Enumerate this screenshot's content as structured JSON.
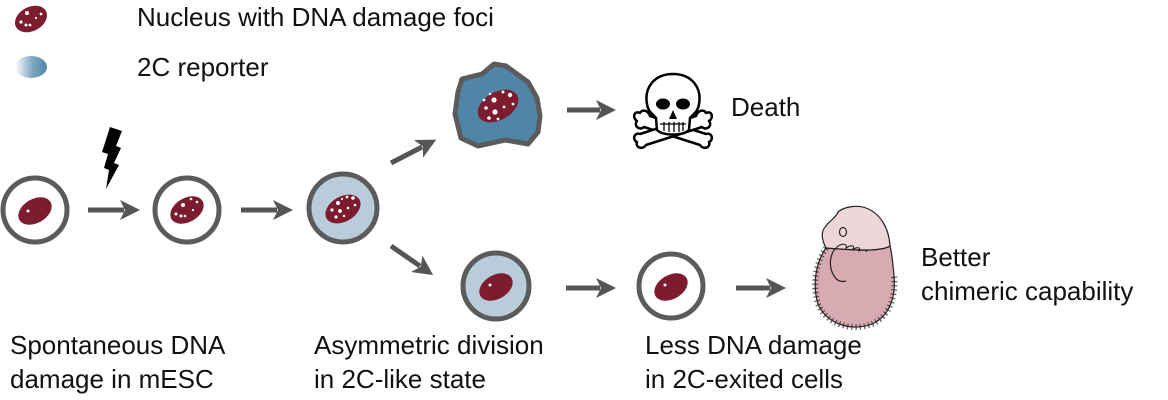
{
  "colors": {
    "nucleus": "#7d1c2e",
    "cell_outline": "#5b5b5b",
    "reporter_light": "#b8ccd9",
    "reporter_dark": "#4f86a8",
    "arrow": "#555555",
    "embryo_head": "#ecd6da",
    "embryo_body": "#d8aab2",
    "text": "#111111"
  },
  "legend": {
    "items": [
      {
        "icon": "nucleus-with-foci-icon",
        "label": "Nucleus with DNA damage foci"
      },
      {
        "icon": "2c-reporter-icon",
        "label": "2C reporter"
      }
    ]
  },
  "stages": {
    "stage1": {
      "line1": "Spontaneous DNA",
      "line2": "damage in mESC"
    },
    "stage2": {
      "line1": "Asymmetric division",
      "line2": "in 2C-like state"
    },
    "stage3": {
      "line1": "Less DNA damage",
      "line2": "in 2C-exited cells"
    }
  },
  "outcomes": {
    "death": "Death",
    "chimeric_line1": "Better",
    "chimeric_line2": "chimeric capability"
  },
  "icons": {
    "damage_trigger": "lightning-bolt-icon",
    "death": "skull-crossbones-icon",
    "chimera": "mouse-embryo-icon"
  }
}
